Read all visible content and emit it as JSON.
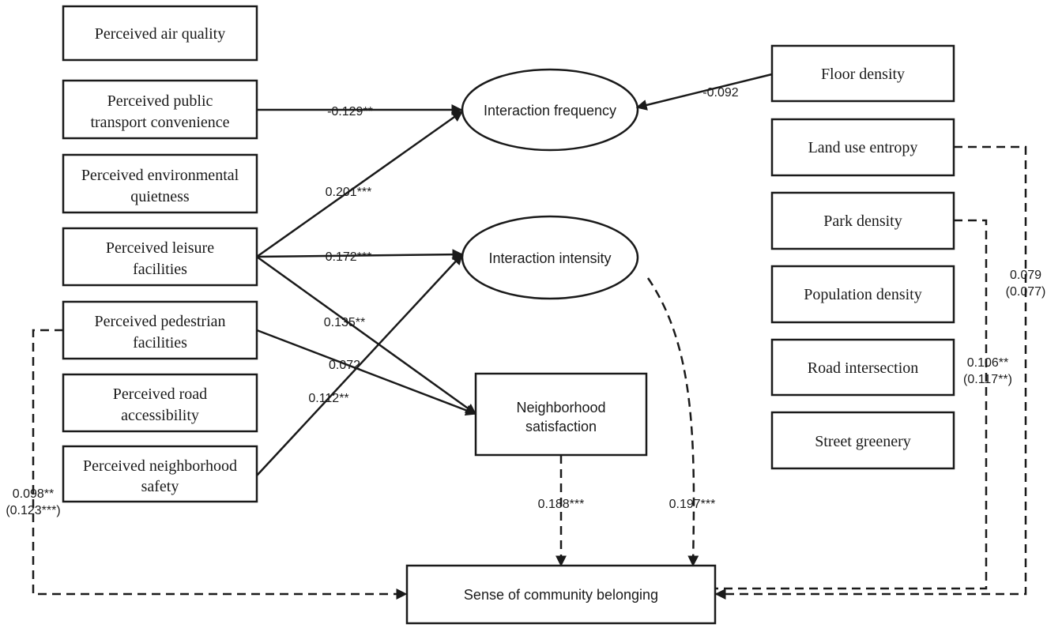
{
  "left_boxes": [
    {
      "id": "air",
      "lines": [
        "Perceived air quality"
      ]
    },
    {
      "id": "transport",
      "lines": [
        "Perceived public",
        "transport convenience"
      ]
    },
    {
      "id": "quiet",
      "lines": [
        "Perceived environmental",
        "quietness"
      ]
    },
    {
      "id": "leisure",
      "lines": [
        "Perceived leisure",
        "facilities"
      ]
    },
    {
      "id": "pedestrian",
      "lines": [
        "Perceived pedestrian",
        "facilities"
      ]
    },
    {
      "id": "road",
      "lines": [
        "Perceived road",
        "accessibility"
      ]
    },
    {
      "id": "safety",
      "lines": [
        "Perceived neighborhood",
        "safety"
      ]
    }
  ],
  "right_boxes": [
    {
      "id": "floor",
      "lines": [
        "Floor density"
      ]
    },
    {
      "id": "landuse",
      "lines": [
        "Land use entropy"
      ]
    },
    {
      "id": "park",
      "lines": [
        "Park density"
      ]
    },
    {
      "id": "population",
      "lines": [
        "Population density"
      ]
    },
    {
      "id": "intersection",
      "lines": [
        "Road intersection"
      ]
    },
    {
      "id": "greenery",
      "lines": [
        "Street greenery"
      ]
    }
  ],
  "mediators": {
    "frequency": "Interaction frequency",
    "intensity": "Interaction intensity",
    "satisfaction": [
      "Neighborhood",
      "satisfaction"
    ]
  },
  "outcome": "Sense of community belonging",
  "paths": {
    "transport_frequency": "-0.129**",
    "floor_frequency": "-0.092",
    "leisure_frequency": "0.201***",
    "leisure_intensity": "0.172***",
    "leisure_satisfaction": "0.135**",
    "pedestrian_satisfaction": "0.072",
    "safety_intensity": "0.112**",
    "satisfaction_outcome": "0.188***",
    "intensity_outcome": "0.197***",
    "pedestrian_outcome": [
      "0.098**",
      "(0.123***)"
    ],
    "landuse_outcome": [
      "0.079",
      "(0.077)"
    ],
    "park_outcome": [
      "0.106**",
      "(0.117**)"
    ]
  }
}
